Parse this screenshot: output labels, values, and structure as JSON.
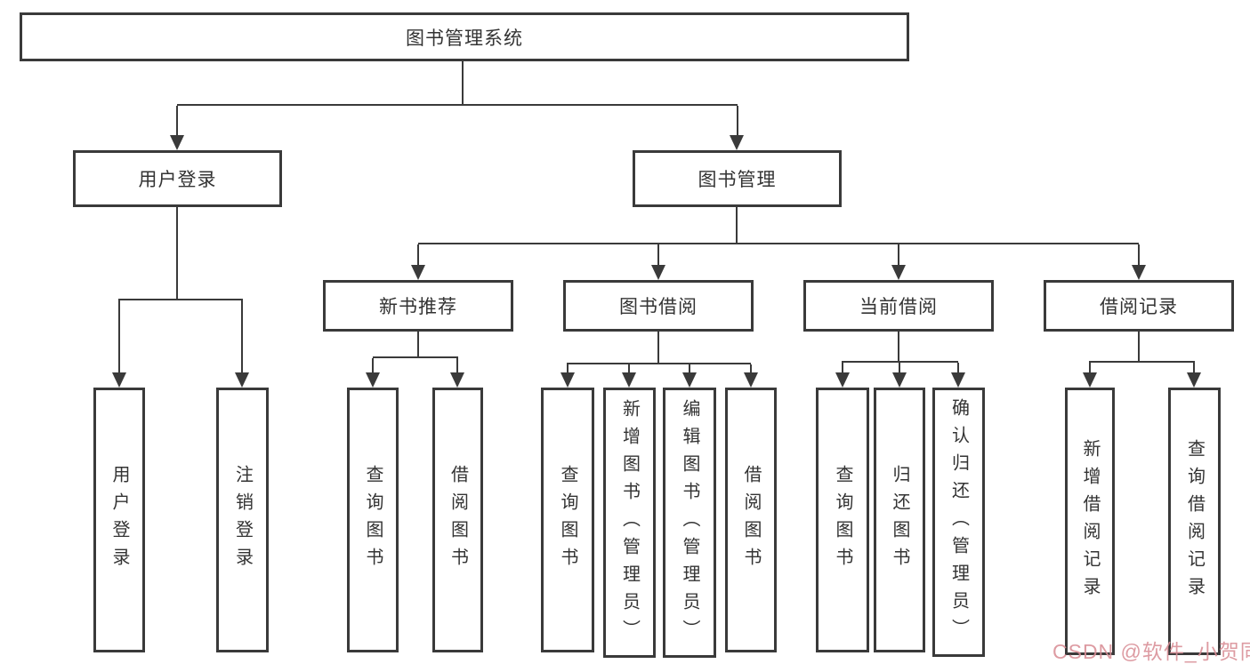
{
  "tree": {
    "root": {
      "label": "图书管理系统"
    },
    "branches": [
      {
        "label": "用户登录",
        "leaves": [
          {
            "label": "用户登录"
          },
          {
            "label": "注销登录"
          }
        ]
      },
      {
        "label": "图书管理",
        "groups": [
          {
            "label": "新书推荐",
            "leaves": [
              {
                "label": "查询图书"
              },
              {
                "label": "借阅图书"
              }
            ]
          },
          {
            "label": "图书借阅",
            "leaves": [
              {
                "label": "查询图书"
              },
              {
                "label": "新增图书（管理员）"
              },
              {
                "label": "编辑图书（管理员）"
              },
              {
                "label": "借阅图书"
              }
            ]
          },
          {
            "label": "当前借阅",
            "leaves": [
              {
                "label": "查询图书"
              },
              {
                "label": "归还图书"
              },
              {
                "label": "确认归还（管理员）"
              }
            ]
          },
          {
            "label": "借阅记录",
            "leaves": [
              {
                "label": "新增借阅记录"
              },
              {
                "label": "查询借阅记录"
              }
            ]
          }
        ]
      }
    ]
  },
  "watermark": {
    "text": "CSDN @软件_小贺同学",
    "color": "#d98e96"
  },
  "colors": {
    "line": "#3a3a3a",
    "text": "#333333",
    "background": "#ffffff"
  }
}
